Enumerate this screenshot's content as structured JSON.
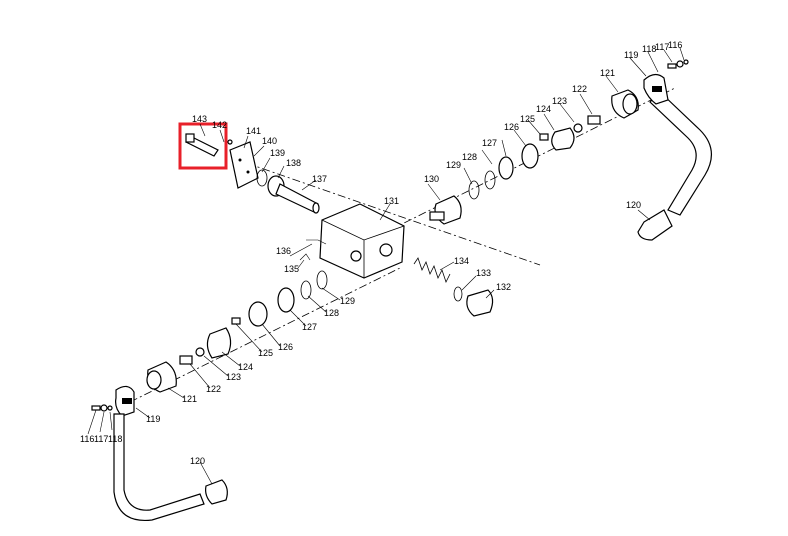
{
  "labels": {
    "l116a": "116",
    "l117a": "117",
    "l118a": "118",
    "l119a": "119",
    "l121a": "121",
    "l122a": "122",
    "l123a": "123",
    "l124a": "124",
    "l125a": "125",
    "l126a": "126",
    "l127a": "127",
    "l128a": "128",
    "l129a": "129",
    "l130": "130",
    "l131": "131",
    "l120a": "120",
    "l143": "143",
    "l142": "142",
    "l141": "141",
    "l140": "140",
    "l139": "139",
    "l138": "138",
    "l137": "137",
    "l136": "136",
    "l135": "135",
    "l134": "134",
    "l133": "133",
    "l132": "132",
    "l129b": "129",
    "l128b": "128",
    "l127b": "127",
    "l126b": "126",
    "l125b": "125",
    "l124b": "124",
    "l123b": "123",
    "l122b": "122",
    "l121b": "121",
    "l119b": "119",
    "l116b": "116",
    "l117b": "117",
    "l118b": "118",
    "l120b": "120"
  },
  "highlight": {
    "color": "#e8202a",
    "part": "143"
  }
}
